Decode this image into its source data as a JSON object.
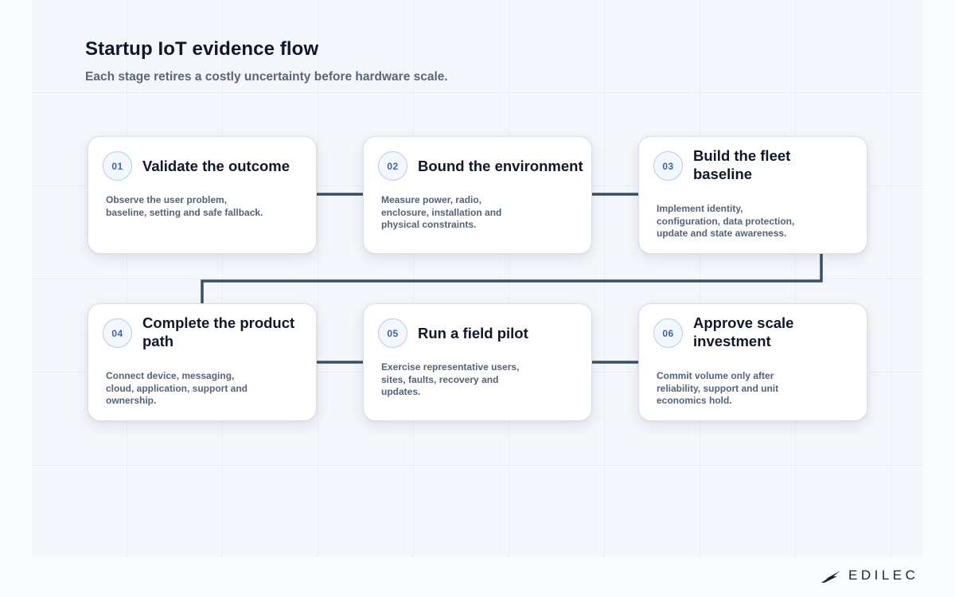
{
  "header": {
    "title": "Startup IoT evidence flow",
    "subtitle": "Each stage retires a costly uncertainty before hardware scale."
  },
  "steps": [
    {
      "number": "01",
      "title": "Validate the outcome",
      "description": "Observe the user problem, baseline, setting and safe fallback."
    },
    {
      "number": "02",
      "title": "Bound the environment",
      "description": "Measure power, radio, enclosure, installation and physical constraints."
    },
    {
      "number": "03",
      "title": "Build the fleet baseline",
      "description": "Implement identity, configuration, data protection, update and state awareness."
    },
    {
      "number": "04",
      "title": "Complete the product path",
      "description": "Connect device, messaging, cloud, application, support and ownership."
    },
    {
      "number": "05",
      "title": "Run a field pilot",
      "description": "Exercise representative users, sites, faults, recovery and updates."
    },
    {
      "number": "06",
      "title": "Approve scale investment",
      "description": "Commit volume only after reliability, support and unit economics hold."
    }
  ],
  "brand": {
    "name": "EDILEC",
    "logo_icon": "edilec-wing-icon"
  },
  "colors": {
    "connector": "#3f4d63",
    "badge_text": "#3d63a8",
    "badge_border": "#b8cbed",
    "title_text": "#101828",
    "body_text": "#566276"
  }
}
